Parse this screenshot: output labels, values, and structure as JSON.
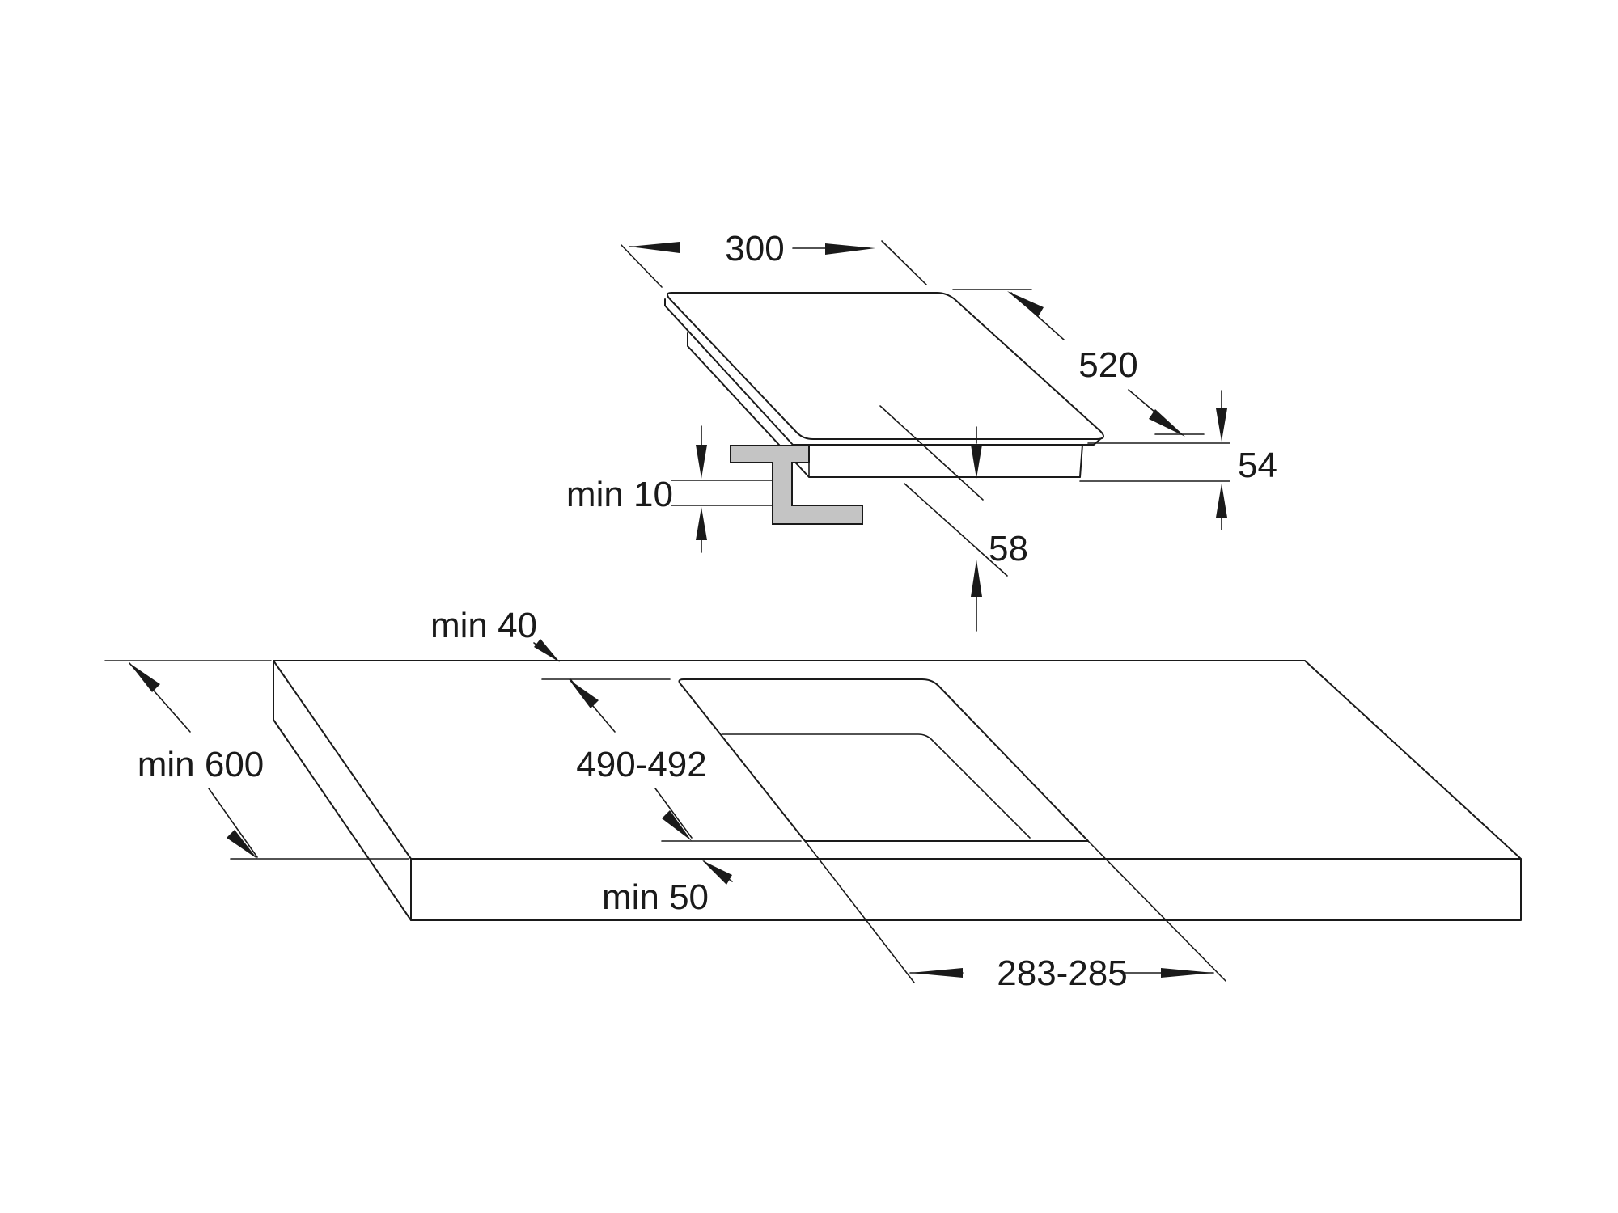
{
  "labels": {
    "width_300": "300",
    "depth_520": "520",
    "height_54": "54",
    "min_10": "min 10",
    "depth_58": "58",
    "min_40": "min 40",
    "min_600": "min 600",
    "cutout_490_492": "490-492",
    "min_50": "min 50",
    "cutout_283_285": "283-285"
  }
}
